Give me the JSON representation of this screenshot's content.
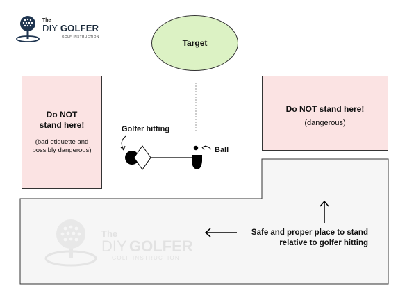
{
  "logo": {
    "the": "The",
    "diy": "DIY",
    "golfer": "GOLFER",
    "subtitle": "GOLF INSTRUCTION"
  },
  "target": {
    "label": "Target"
  },
  "left_zone": {
    "title": "Do NOT\nstand here!",
    "note": "(bad etiquette and\npossibly dangerous)"
  },
  "right_zone": {
    "title": "Do NOT stand here!",
    "note": "(dangerous)"
  },
  "golfer": {
    "label": "Golfer hitting"
  },
  "ball": {
    "label": "Ball"
  },
  "safe_zone": {
    "label": "Safe and proper place to stand\nrelative to golfer hitting"
  },
  "watermark": {
    "the": "The",
    "diy": "DIY",
    "golfer": "GOLFER",
    "subtitle": "GOLF INSTRUCTION"
  },
  "colors": {
    "danger_fill": "#fbe3e3",
    "target_fill": "#dcf2c4",
    "safe_fill": "#f6f6f6",
    "outline": "#333333",
    "watermark": "#e2e2e2"
  }
}
